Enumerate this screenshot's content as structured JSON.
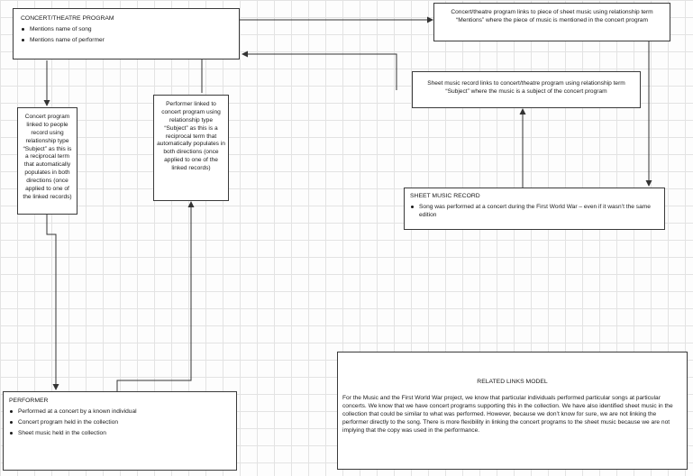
{
  "concert_program": {
    "title": "CONCERT/THEATRE PROGRAM",
    "bullets": [
      "Mentions name of song",
      "Mentions name of performer"
    ]
  },
  "concert_to_sheet_link": "Concert/theatre program links to piece of sheet music using relationship term “Mentions” where the piece of music is mentioned in the concert program",
  "sheet_to_concert_link": "Sheet music record links to concert/theatre program using relationship term “Subject” where the music is a subject of the concert program",
  "concert_to_people_link": "Concert program linked to people record using relationship type “Subject” as this is a reciprocal term that automatically populates in both directions (once applied to one of the linked records)",
  "performer_to_concert_link": "Performer linked to concert program using relationship type “Subject” as this is a reciprocal term that automatically populates in both directions (once applied to one of the linked records)",
  "sheet_music_record": {
    "title": "SHEET MUSIC RECORD",
    "bullets": [
      "Song was performed at a concert during the First World War – even if it wasn’t the same edition"
    ]
  },
  "performer": {
    "title": "PERFORMER",
    "bullets": [
      "Performed at a concert by a known individual",
      "Concert program held in the collection",
      "Sheet music held in the collection"
    ]
  },
  "related_links_model": {
    "title": "RELATED LINKS MODEL",
    "body": "For the Music and the First World War project, we know that particular individuals performed particular songs at particular concerts. We know that we have concert programs supporting this in the collection. We have also identified sheet music in the collection that could be similar to what was performed. However, because we don’t know for sure, we are not linking the performer directly to the song. There is more flexibility in linking the concert programs to the sheet music because we are not implying that the copy was used in the performance."
  }
}
